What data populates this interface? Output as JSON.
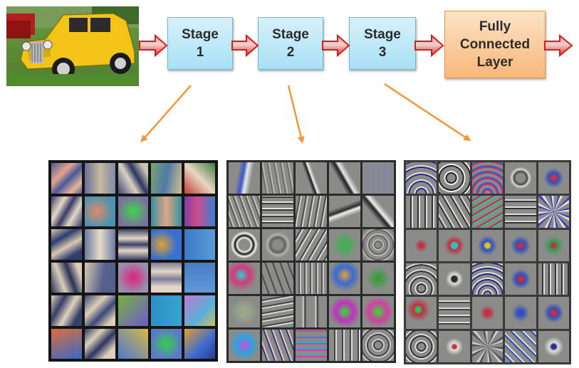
{
  "input_image": {
    "alt_icon": "yellow-car-photo"
  },
  "stages": [
    {
      "line1": "Stage",
      "line2": "1"
    },
    {
      "line1": "Stage",
      "line2": "2"
    },
    {
      "line1": "Stage",
      "line2": "3"
    }
  ],
  "fully_connected": {
    "line1": "Fully",
    "line2": "Connected",
    "line3": "Layer"
  },
  "colors": {
    "stage_fill": "#a9e1f4",
    "fc_fill": "#f8b77a",
    "pipeline_arrow": "#e5322b",
    "pointer_arrow": "#f4953a"
  },
  "stage1_filters": [
    "linear-gradient(135deg,#4a5a9a 0%,#e6a48c 35%,#4a5a9a 55%,#e8b39a 80%,#4a5a9a 100%)",
    "linear-gradient(90deg,#6a6f98,#c6b9a0 50%,#7f8aa5)",
    "linear-gradient(60deg,#3d4573 0%,#d8d2c2 40%,#2e3660 60%,#c8c4b4 85%)",
    "linear-gradient(100deg,#7aa36d,#4e7aa8 50%,#d6c08c)",
    "linear-gradient(45deg,#c53a3a,#e8d6c2 50%,#3d7d3d)",
    "linear-gradient(120deg,#3a3a6a 0%,#e2d8c6 30%,#3a3a6a 50%,#e2d8c6 70%,#3a3a6a 100%)",
    "radial-gradient(circle at 40% 50%,#e08a6a,#4a93b0 70%)",
    "radial-gradient(circle,#3ed64c,#7b6fa0 75%)",
    "linear-gradient(90deg,#3b8f9d,#e0a68a 50%,#3b8f9d)",
    "linear-gradient(90deg,#7a3ea0,#d04c8c 40%,#3b7fd0)",
    "linear-gradient(150deg,#d8c8b0 0%,#2f3d70 30%,#d8c8b0 55%,#2f3d70 80%)",
    "linear-gradient(90deg,#6d7aa0,#e5dccc 50%,#6d7aa0)",
    "linear-gradient(180deg,#3a4066 0%,#e4d8c6 30%,#3a4066 50%,#e4d8c6 70%,#3a4066 100%)",
    "radial-gradient(circle at 35% 50%,#e0a030,#3870d0 60%)",
    "linear-gradient(90deg,#3b79c8,#5c9bd6)",
    "linear-gradient(70deg,#2a3356 0%,#d8cdb8 35%,#2a3356 60%,#d8cdb8 85%)",
    "linear-gradient(100deg,#d6c7af,#56608e 60%)",
    "radial-gradient(circle,#e0207a,#9a8fb0 75%)",
    "linear-gradient(180deg,#7a7c9a 0%,#e2d6c4 30%,#7a7c9a 55%,#e2d6c4 80%)",
    "linear-gradient(180deg,#4a7cc6,#5f9ad8)",
    "linear-gradient(120deg,#e0d2bc 0%,#363f6a 30%,#e0d2bc 55%,#363f6a 80%)",
    "linear-gradient(135deg,#3b4774 0%,#dccfb8 35%,#3b4774 60%,#dccfb8 85%)",
    "linear-gradient(135deg,#7cb03a,#6a5ad0)",
    "linear-gradient(90deg,#2f8fc8,#35a3cf)",
    "linear-gradient(135deg,#c07ad0,#5ab0d8 60%,#d0c060)",
    "linear-gradient(160deg,#d8703a,#3a68c8)",
    "linear-gradient(135deg,#2c3560 0%,#dcd0ba 30%,#2c3560 55%,#dcd0ba 80%)",
    "linear-gradient(45deg,#4a78d0,#d8b848)",
    "radial-gradient(circle,#34d04a,#5c7ac8 70%)",
    "linear-gradient(135deg,#e0a030,#3c6ad0 60%,#2a3d8a)"
  ],
  "stage2_filters": [
    "linear-gradient(100deg,#8b8c8a 30%,#3a58c8 45%,#e8e8e8 55%,#8b8c8a 70%)",
    "repeating-linear-gradient(80deg,#8b8c8a 0 5px,#6a6c6a 5px 7px,#b8b8b4 7px 9px)",
    "linear-gradient(70deg,#8b8c8a 40%,#1c1c1c 48%,#f0f0f0 52%,#8b8c8a 60%)",
    "linear-gradient(60deg,#8b8c8a 35%,#202020 47%,#e8e8e8 53%,#8b8c8a 65%)",
    "repeating-linear-gradient(90deg,#8b8c8a 0 6px,#7a86b8 6px 8px)",
    "repeating-linear-gradient(70deg,#8b8c8a 0 4px,#5a5c5a 4px 6px,#c4c4c0 6px 8px)",
    "repeating-linear-gradient(0deg,#8b8c8a 0 5px,#3a3a3a 5px 7px,#e2e2de 7px 9px)",
    "repeating-linear-gradient(100deg,#8b8c8a 0 5px,#4a4c4a 5px 7px,#d0d0cc 7px 9px)",
    "linear-gradient(160deg,#8b8c8a 35%,#2a2a2a 47%,#f0f0ec 53%,#8b8c8a 65%)",
    "linear-gradient(50deg,#8b8c8a 35%,#222 47%,#eee 53%,#8b8c8a 65%)",
    "radial-gradient(circle,#8b8c8a 25%,#f4f4f0 32%,#111 42%,#f4f4f0 52%,#8b8c8a 62%)",
    "radial-gradient(circle,#8b8c8a 20%,#606060 35%,#b0b0ac 45%,#8b8c8a 60%)",
    "repeating-linear-gradient(120deg,#8b8c8a 0 6px,#444 6px 8px,#ddd 8px 10px)",
    "radial-gradient(ellipse,#4caa5a 20%,#8b8c8a 60%)",
    "repeating-radial-gradient(circle,#8b8c8a 0 4px,#666 4px 6px,#b8b8b4 6px 8px)",
    "radial-gradient(circle at 40% 40%,#2fd0d0,#d03a7a 30%,#8b8c8a 60%)",
    "repeating-linear-gradient(70deg,#8b8c8a 0 8px,#4a4a4a 8px 10px)",
    "repeating-linear-gradient(90deg,#8b8c8a 0 4px,#555 4px 6px,#c8c8c4 6px 8px)",
    "radial-gradient(circle at 50% 40%,#e0a03a,#3a6ad0 35%,#8b8c8a 65%)",
    "radial-gradient(circle,#2aa02a,#8b8c8a 55%)",
    "radial-gradient(circle,#9aa78a 20%,#8b8c8a 60%)",
    "repeating-linear-gradient(170deg,#8b8c8a 0 5px,#444 5px 7px,#d8d8d4 7px 9px)",
    "linear-gradient(90deg,#8b8c8a 20%,#d8d8d4 25%,#333 30%,#8b8c8a 35%,#8b8c8a 60%,#d8d8d4 65%,#333 70%,#8b8c8a 75%)",
    "radial-gradient(circle,#30e030,#c030c0 40%,#8b8c8a 70%)",
    "radial-gradient(circle,#30e030,#d040a0 40%,#8b8c8a 70%)",
    "radial-gradient(circle,#d050d0,#30a0e0 35%,#8b8c8a 70%)",
    "repeating-linear-gradient(70deg,#8b8c8a 0 6px,#3a3a7a 6px 8px,#e0c8c8 8px 10px)",
    "repeating-linear-gradient(0deg,#8b8c8a 0 5px,#d040a0 5px 7px,#40a0d0 7px 9px)",
    "repeating-linear-gradient(90deg,#8b8c8a 0 7px,#444 7px 9px,#ddd 9px 11px)",
    "repeating-radial-gradient(circle,#8b8c8a 0 5px,#444 5px 7px,#ccc 7px 9px)"
  ],
  "stage3_filters": [
    "repeating-radial-gradient(circle at 50% 100%,#8b8c8a 0 6px,#2a2a8a 6px 8px,#e0e0d8 8px 10px)",
    "repeating-radial-gradient(circle at 40% 50%,#8b8c8a 0 6px,#222 6px 8px,#eee 8px 10px)",
    "repeating-radial-gradient(circle at 50% 100%,#8b8c8a 0 4px,#d03060 4px 6px,#3060d0 6px 8px)",
    "radial-gradient(circle,#8b8c8a 20%,#444 30%,#d8d8d4 38%,#8b8c8a 50%)",
    "radial-gradient(circle,#d03040 10%,#3050c0 22%,#8b8c8a 45%)",
    "repeating-linear-gradient(90deg,#8b8c8a 0 6px,#333 6px 8px,#ddd 8px 10px)",
    "repeating-linear-gradient(60deg,#8b8c8a 0 6px,#333 6px 8px,#ddd 8px 10px)",
    "repeating-linear-gradient(150deg,#8b8c8a 0 5px,#c03040 5px 7px,#30c0a0 7px 9px)",
    "repeating-linear-gradient(0deg,#8b8c8a 0 6px,#333 6px 8px,#ddd 8px 10px)",
    "repeating-conic-gradient(from 0deg,#8b8c8a 0 15deg,#4040c0 15deg 22deg,#e0e0d8 22deg 30deg)",
    "radial-gradient(circle,#c03040 8%,#8b8c8a 30%)",
    "radial-gradient(circle,#30c0c0 12%,#c03040 22%,#8b8c8a 45%)",
    "radial-gradient(circle,#e0c030 10%,#3050c0 20%,#8b8c8a 45%)",
    "radial-gradient(circle,#c03040 10%,#3050c0 20%,#8b8c8a 45%)",
    "radial-gradient(circle,#c03040 10%,#30a050 20%,#8b8c8a 45%)",
    "repeating-radial-gradient(circle at 50% 80%,#8b8c8a 0 5px,#333 5px 7px,#ddd 7px 9px)",
    "radial-gradient(circle,#2a2a2a 12%,#e0e0d8 20%,#8b8c8a 40%)",
    "repeating-radial-gradient(circle at 50% 100%,#8b8c8a 0 4px,#2a2a8a 4px 6px,#e0e0d8 6px 8px)",
    "radial-gradient(circle,#c03040 10%,#3050c0 22%,#8b8c8a 45%)",
    "repeating-linear-gradient(90deg,#8b8c8a 0 5px,#333 5px 7px,#ddd 7px 9px)",
    "radial-gradient(circle at 40% 40%,#30c060 8%,#c03040 18%,#8b8c8a 45%)",
    "repeating-linear-gradient(0deg,#8b8c8a 0 6px,#444 6px 8px,#ddd 8px 10px)",
    "radial-gradient(circle,#c03040 10%,#8b8c8a 35%)",
    "radial-gradient(circle,#3050c0 12%,#8b8c8a 40%)",
    "radial-gradient(circle,#c03040 10%,#3050c0 22%,#8b8c8a 45%)",
    "repeating-radial-gradient(circle,#8b8c8a 0 5px,#333 5px 7px,#ddd 7px 9px)",
    "radial-gradient(circle,#c03040 8%,#e0e0d8 16%,#8b8c8a 40%)",
    "repeating-conic-gradient(#8b8c8a 0 20deg,#555 20deg 28deg,#ccc 28deg 36deg)",
    "repeating-linear-gradient(45deg,#8b8c8a 0 6px,#3050c0 6px 8px,#e0e0d8 8px 10px)",
    "radial-gradient(circle,#2a2a8a 10%,#e0e0d8 20%,#8b8c8a 45%)"
  ]
}
